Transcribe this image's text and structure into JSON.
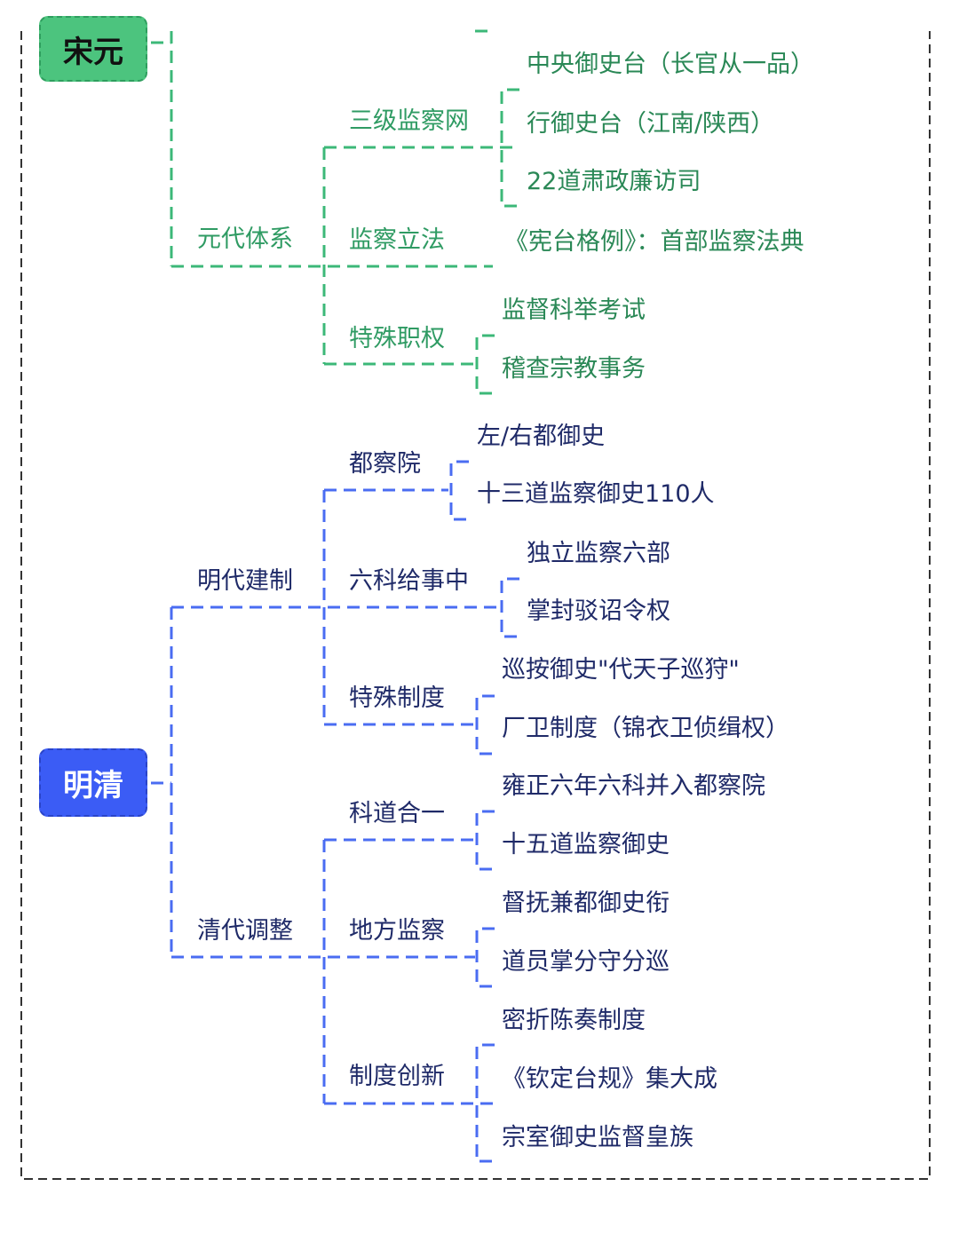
{
  "colors": {
    "green_fill": "#4cc47e",
    "green_line": "#3cb878",
    "blue_fill": "#3b5cf5",
    "blue_line": "#4a6cf2"
  },
  "roots": [
    {
      "label": "宋元",
      "branches": [
        {
          "label": "元代体系",
          "items": [
            {
              "label": "三级监察网",
              "leaves": [
                "中央御史台（长官从一品）",
                "行御史台（江南/陕西）",
                "22道肃政廉访司"
              ]
            },
            {
              "label": "监察立法",
              "leaves": [
                "《宪台格例》：首部监察法典"
              ]
            },
            {
              "label": "特殊职权",
              "leaves": [
                "监督科举考试",
                "稽查宗教事务"
              ]
            }
          ]
        }
      ]
    },
    {
      "label": "明清",
      "branches": [
        {
          "label": "明代建制",
          "items": [
            {
              "label": "都察院",
              "leaves": [
                "左/右都御史",
                "十三道监察御史110人"
              ]
            },
            {
              "label": "六科给事中",
              "leaves": [
                "独立监察六部",
                "掌封驳诏令权"
              ]
            },
            {
              "label": "特殊制度",
              "leaves": [
                "巡按御史\"代天子巡狩\"",
                "厂卫制度（锦衣卫侦缉权）"
              ]
            }
          ]
        },
        {
          "label": "清代调整",
          "items": [
            {
              "label": "科道合一",
              "leaves": [
                "雍正六年六科并入都察院",
                "十五道监察御史"
              ]
            },
            {
              "label": "地方监察",
              "leaves": [
                "督抚兼都御史衔",
                "道员掌分守分巡"
              ]
            },
            {
              "label": "制度创新",
              "leaves": [
                "密折陈奏制度",
                "《钦定台规》集大成",
                "宗室御史监督皇族"
              ]
            }
          ]
        }
      ]
    }
  ]
}
